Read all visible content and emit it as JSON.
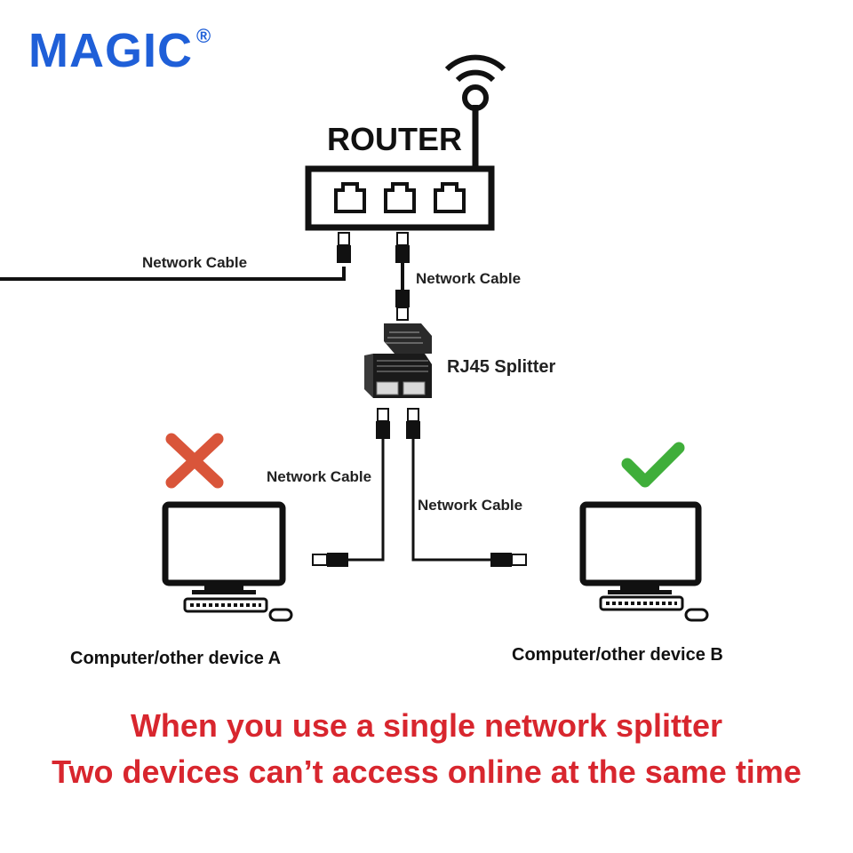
{
  "logo": {
    "text": "MAGIC",
    "registered": "®"
  },
  "router": {
    "title": "ROUTER"
  },
  "cables": {
    "left_label": "Network Cable",
    "router_splitter_label": "Network Cable",
    "splitter_a_label": "Network Cable",
    "splitter_b_label": "Network Cable"
  },
  "splitter": {
    "label": "RJ45  Splitter"
  },
  "devices": {
    "a": {
      "label": "Computer/other device A",
      "status_icon": "cross-icon",
      "status_color": "#d9553a"
    },
    "b": {
      "label": "Computer/other device B",
      "status_icon": "check-icon",
      "status_color": "#3fae3a"
    }
  },
  "warning": {
    "line1": "When you use a single network splitter",
    "line2": "Two devices  can’t access online at the same time"
  },
  "colors": {
    "brand": "#1f5fd8",
    "warning": "#d8262e"
  }
}
